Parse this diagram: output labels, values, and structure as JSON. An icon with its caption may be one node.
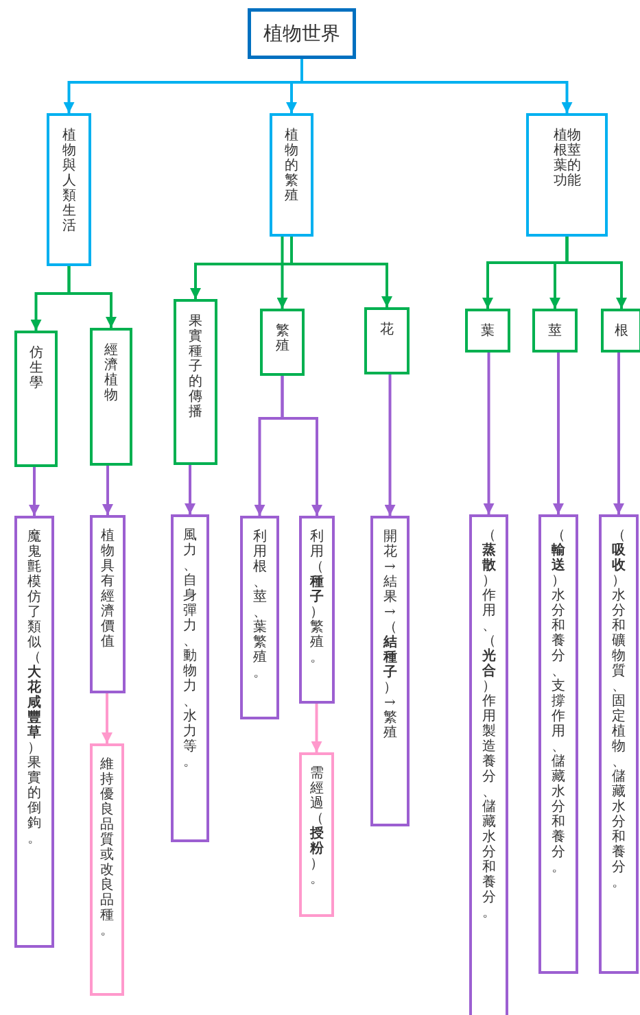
{
  "diagram": {
    "nodes": [
      {
        "text": [
          "植物世界"
        ]
      },
      {
        "text": [
          "植物與人類生活"
        ]
      },
      {
        "text": [
          "植物的繁殖"
        ]
      },
      {
        "text": [
          "植物根莖葉的功能"
        ]
      },
      {
        "text": [
          "仿生學"
        ]
      },
      {
        "text": [
          "經濟植物"
        ]
      },
      {
        "text": [
          "果實種子的傳播"
        ]
      },
      {
        "text": [
          "繁殖"
        ]
      },
      {
        "text": [
          "花"
        ]
      },
      {
        "text": [
          "葉"
        ]
      },
      {
        "text": [
          "莖"
        ]
      },
      {
        "text": [
          "根"
        ]
      },
      {
        "text": [
          "魔鬼氈模仿了類似（**大花咸豐草**）果實的倒鉤。"
        ]
      },
      {
        "text": [
          "植物具有經濟價值"
        ]
      },
      {
        "text": [
          "維持優良品質或改良品種。"
        ]
      },
      {
        "text": [
          "風力、自身彈力、動物力、水力等。"
        ]
      },
      {
        "text": [
          "利用根、莖、葉繁殖。"
        ]
      },
      {
        "text": [
          "利用（**種子**）繁殖。"
        ]
      },
      {
        "text": [
          "需經過（**授粉**）。"
        ]
      },
      {
        "text": [
          "開花→結果→（**結種子**）→繁殖"
        ]
      },
      {
        "text": [
          "（**蒸散**）作用、（**光合**）作用製造養分、儲藏水分和養分。"
        ]
      },
      {
        "text": [
          "（**輸送**）水分和養分、支撐作用、儲藏水分和養分。"
        ]
      },
      {
        "text": [
          "（**吸收**）水分和礦物質、固定植物、儲藏水分和養分。"
        ]
      }
    ],
    "edges": [
      {
        "from": 0,
        "to": 1,
        "arrow": "to",
        "color": "#00b0f0"
      },
      {
        "from": 0,
        "to": 2,
        "arrow": "to",
        "color": "#00b0f0"
      },
      {
        "from": 0,
        "to": 3,
        "arrow": "to",
        "color": "#00b0f0"
      },
      {
        "from": 1,
        "to": 4,
        "arrow": "to",
        "color": "#00b050"
      },
      {
        "from": 1,
        "to": 5,
        "arrow": "to",
        "color": "#00b050"
      },
      {
        "from": 2,
        "to": 6,
        "arrow": "to",
        "color": "#00b050"
      },
      {
        "from": 2,
        "to": 7,
        "arrow": "to",
        "color": "#00b050"
      },
      {
        "from": 2,
        "to": 8,
        "arrow": "to",
        "color": "#00b050"
      },
      {
        "from": 3,
        "to": 9,
        "arrow": "to",
        "color": "#00b050"
      },
      {
        "from": 3,
        "to": 10,
        "arrow": "to",
        "color": "#00b050"
      },
      {
        "from": 3,
        "to": 11,
        "arrow": "to",
        "color": "#00b050"
      },
      {
        "from": 4,
        "to": 12,
        "arrow": "to"
      },
      {
        "from": 5,
        "to": 13,
        "arrow": "to"
      },
      {
        "from": 13,
        "to": 14,
        "arrow": "to",
        "color": "#ff99cc"
      },
      {
        "from": 6,
        "to": 15,
        "arrow": "to"
      },
      {
        "from": 7,
        "to": 16,
        "arrow": "to"
      },
      {
        "from": 7,
        "to": 17,
        "arrow": "to"
      },
      {
        "from": 17,
        "to": 18,
        "arrow": "to",
        "color": "#ff99cc"
      },
      {
        "from": 8,
        "to": 19,
        "arrow": "to"
      },
      {
        "from": 9,
        "to": 20,
        "arrow": "to"
      },
      {
        "from": 10,
        "to": 21,
        "arrow": "to"
      },
      {
        "from": 11,
        "to": 22,
        "arrow": "to"
      }
    ]
  }
}
